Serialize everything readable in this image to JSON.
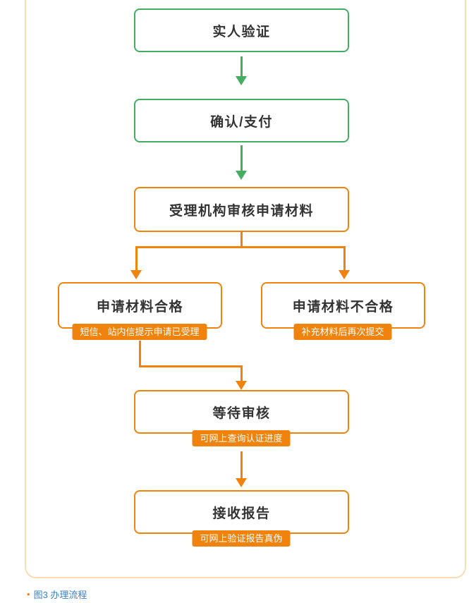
{
  "flow": {
    "steps": [
      {
        "id": "real-person-verification",
        "label": "实人验证",
        "color": "green"
      },
      {
        "id": "confirm-pay",
        "label": "确认/支付",
        "color": "green"
      },
      {
        "id": "agency-review-materials",
        "label": "受理机构审核申请材料",
        "color": "orange"
      },
      {
        "id": "materials-qualified",
        "label": "申请材料合格",
        "badge": "短信、站内信提示申请已受理",
        "color": "orange"
      },
      {
        "id": "materials-unqualified",
        "label": "申请材料不合格",
        "badge": "补充材料后再次提交",
        "color": "orange"
      },
      {
        "id": "wait-review",
        "label": "等待审核",
        "badge": "可网上查询认证进度",
        "color": "orange"
      },
      {
        "id": "receive-report",
        "label": "接收报告",
        "badge": "可网上验证报告真伪",
        "color": "orange"
      }
    ]
  },
  "caption": {
    "bullet": "•",
    "text": "图3 办理流程"
  },
  "colors": {
    "green": "#44AD5F",
    "orange": "#F0830D",
    "badge_text": "#FFFFFF",
    "label_text": "#333333",
    "caption_text": "#3A82C4",
    "frame_border": "#F9DCB4"
  }
}
